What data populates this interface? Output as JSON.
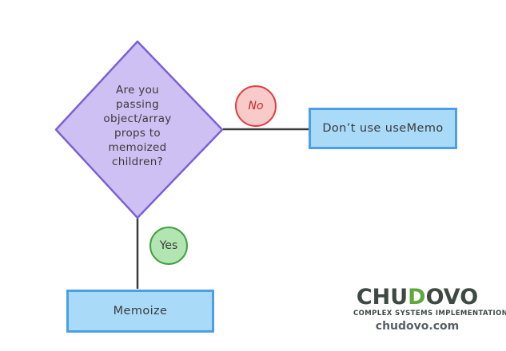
{
  "canvas": {
    "background_color": "#ffffff"
  },
  "flowchart": {
    "decision": {
      "text": "Are you passing object/array props to memoized children?",
      "lines": [
        "Are you",
        "passing",
        "object/array",
        "props to",
        "memoized",
        "children?"
      ],
      "fill_color": "#cec0f2",
      "stroke_color": "#7b61d6"
    },
    "no_branch": {
      "label": "No",
      "fill_color": "#f8caca",
      "stroke_color": "#e23d3d",
      "text_color": "#c92a2a",
      "result": "Don’t use useMemo"
    },
    "yes_branch": {
      "label": "Yes",
      "fill_color": "#b2e5b2",
      "stroke_color": "#43a043",
      "text_color": "#3b3b3b",
      "result": "Memoize"
    },
    "result_box": {
      "fill_color": "#a9daf8",
      "stroke_color": "#4a9fe8"
    },
    "connector_color": "#3d3d3d"
  },
  "branding": {
    "logo_part1": "CHU",
    "logo_part2": "D",
    "logo_part3": "OVO",
    "logo_dark_color": "#3e4944",
    "logo_green_color": "#5fa83e",
    "tagline": "COMPLEX SYSTEMS IMPLEMENTATION",
    "website": "chudovo.com"
  }
}
